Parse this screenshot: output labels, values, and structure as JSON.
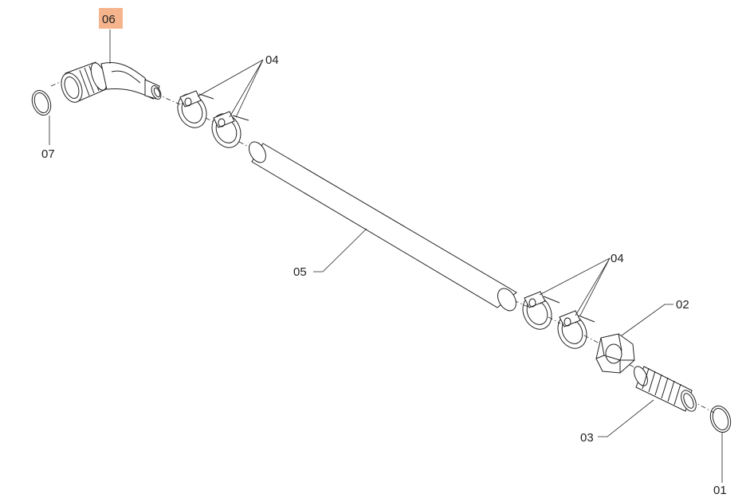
{
  "diagram": {
    "highlight_color": "#f5b48c",
    "labels": {
      "part01": "01",
      "part02": "02",
      "part03": "03",
      "part04_top": "04",
      "part04_bottom": "04",
      "part05": "05",
      "part06": "06",
      "part07": "07"
    },
    "highlighted_part": "06"
  }
}
